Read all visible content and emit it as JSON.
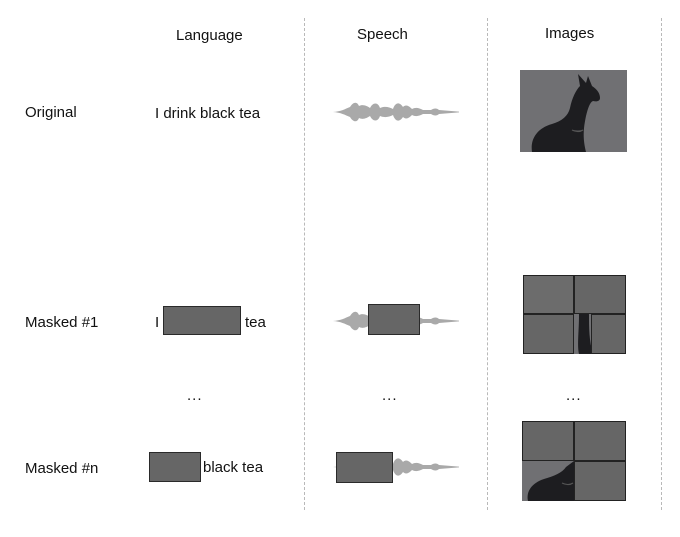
{
  "columns": {
    "language": "Language",
    "speech": "Speech",
    "images": "Images"
  },
  "rows": {
    "original": {
      "label": "Original",
      "sentence": "I drink black tea"
    },
    "masked_1": {
      "label": "Masked #1",
      "word_before": "I",
      "word_after": "tea"
    },
    "masked_n": {
      "label": "Masked #n",
      "word_after": "black tea"
    }
  },
  "ellipsis": "...",
  "icons": {
    "waveform": "speech-waveform-icon",
    "dog": "dog-photo-image"
  },
  "colors": {
    "mask": "#666666",
    "waveform": "#a9a9a9",
    "divider": "#b9b9b9",
    "photo_bg": "#707073"
  }
}
